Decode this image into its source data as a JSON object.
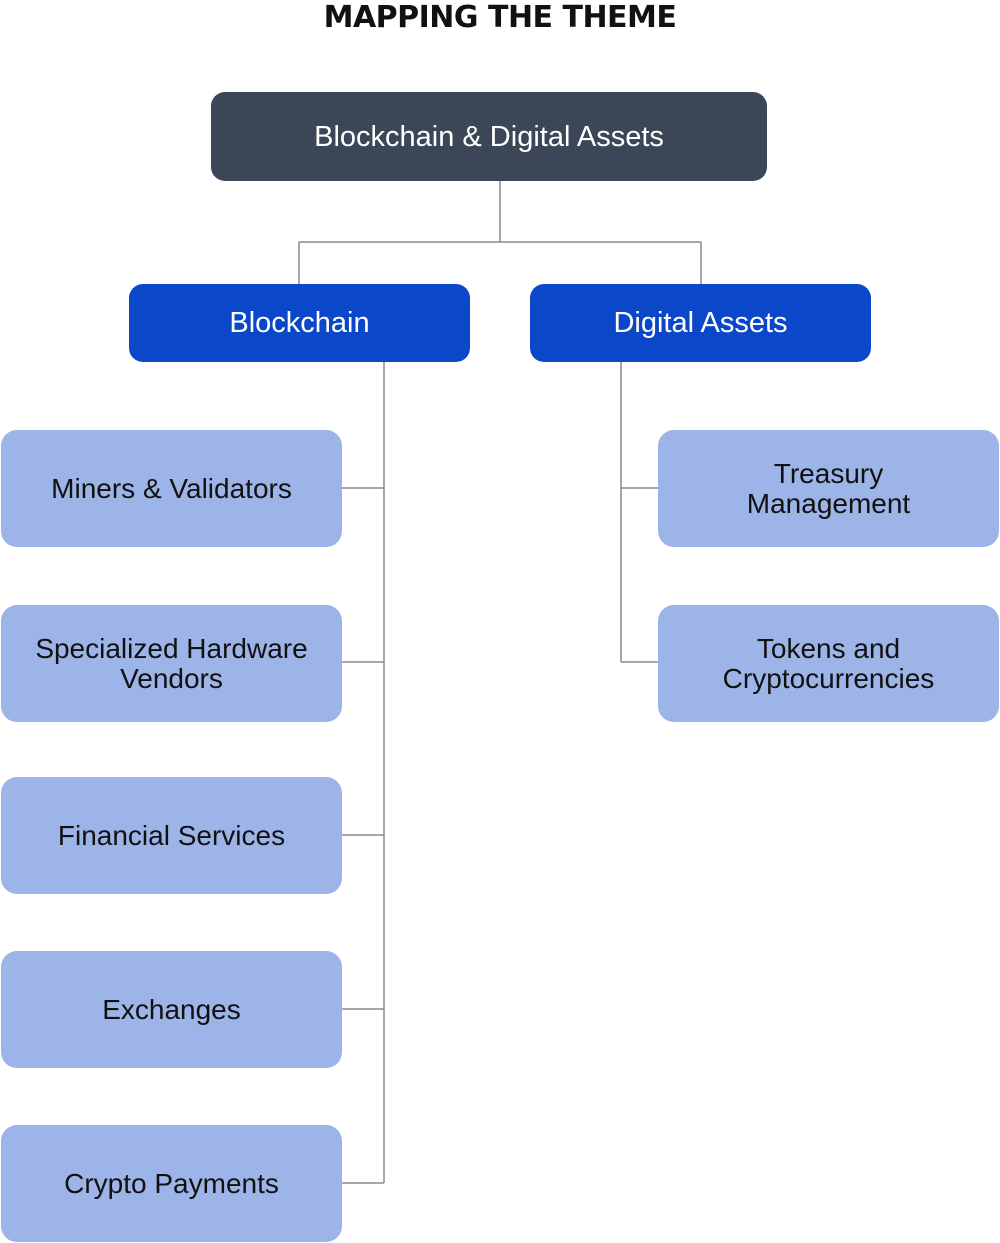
{
  "title": "MAPPING THE THEME",
  "root": {
    "label": "Blockchain & Digital Assets"
  },
  "branches": {
    "blockchain": {
      "label": "Blockchain",
      "children": [
        "Miners &  Validators",
        "Specialized Hardware\nVendors",
        "Financial  Services",
        "Exchanges",
        "Crypto Payments"
      ]
    },
    "digital_assets": {
      "label": "Digital Assets",
      "children": [
        "Treasury\nManagement",
        "Tokens and\nCryptocurrencies"
      ]
    }
  },
  "colors": {
    "root_fill": "#3b4656",
    "branch_fill": "#0a47c9",
    "leaf_fill": "#9db4e8",
    "connector": "#8a8a8a"
  }
}
